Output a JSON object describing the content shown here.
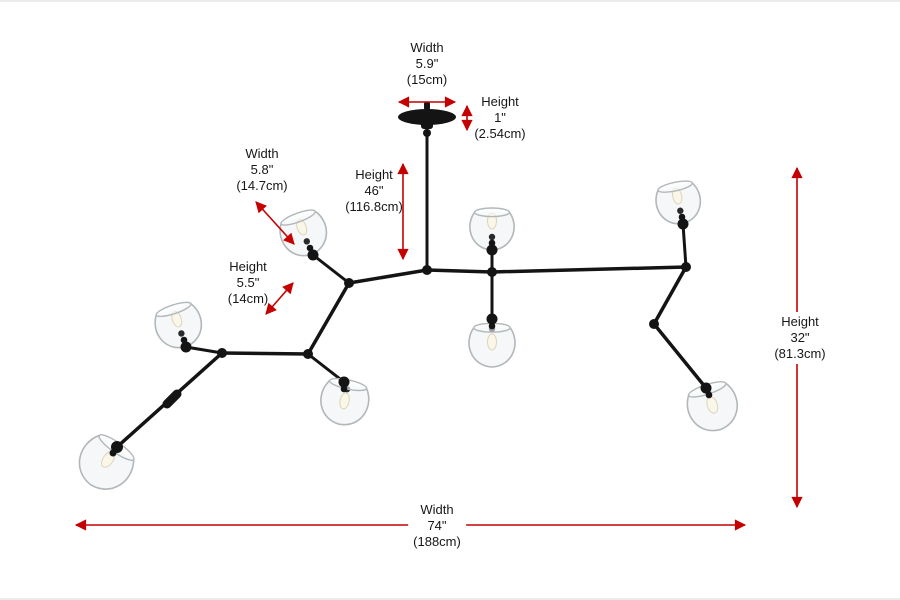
{
  "diagram": {
    "colors": {
      "dimension_red": "#c40000",
      "fixture_black": "#141414",
      "glass_gray": "#b2b7ba"
    },
    "fixture": {
      "type": "branching chandelier",
      "shade_count": 8
    },
    "dimensions": {
      "canopy_width": {
        "name": "Width",
        "inches": "5.9\"",
        "metric": "(15cm)"
      },
      "canopy_height": {
        "name": "Height",
        "inches": "1\"",
        "metric": "(2.54cm)"
      },
      "rod_height": {
        "name": "Height",
        "inches": "46\"",
        "metric": "(116.8cm)"
      },
      "shade_width": {
        "name": "Width",
        "inches": "5.8\"",
        "metric": "(14.7cm)"
      },
      "shade_height": {
        "name": "Height",
        "inches": "5.5\"",
        "metric": "(14cm)"
      },
      "fixture_height": {
        "name": "Height",
        "inches": "32\"",
        "metric": "(81.3cm)"
      },
      "fixture_width": {
        "name": "Width",
        "inches": "74\"",
        "metric": "(188cm)"
      }
    }
  }
}
